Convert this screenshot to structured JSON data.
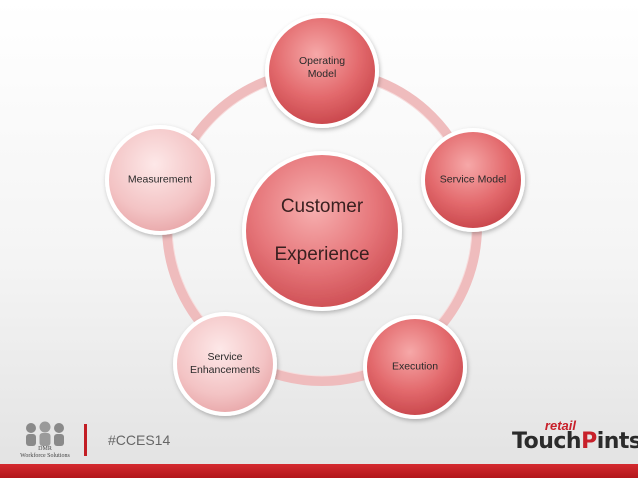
{
  "diagram": {
    "center": {
      "line1": "Customer",
      "line2": "Experience"
    },
    "nodes": [
      {
        "id": "operating-model",
        "label": "Operating\nModel"
      },
      {
        "id": "service-model",
        "label": "Service Model"
      },
      {
        "id": "execution",
        "label": "Execution"
      },
      {
        "id": "service-enhancements",
        "label": "Service\nEnhancements"
      },
      {
        "id": "measurement",
        "label": "Measurement"
      }
    ]
  },
  "footer": {
    "hashtag": "#CCES14",
    "left_logo_text": "DMR\nWorkforce Solutions",
    "brand_small": "retail",
    "brand_part1": "Touch",
    "brand_part2": "P",
    "brand_part3": "ints",
    "accent_color": "#c21d24"
  }
}
